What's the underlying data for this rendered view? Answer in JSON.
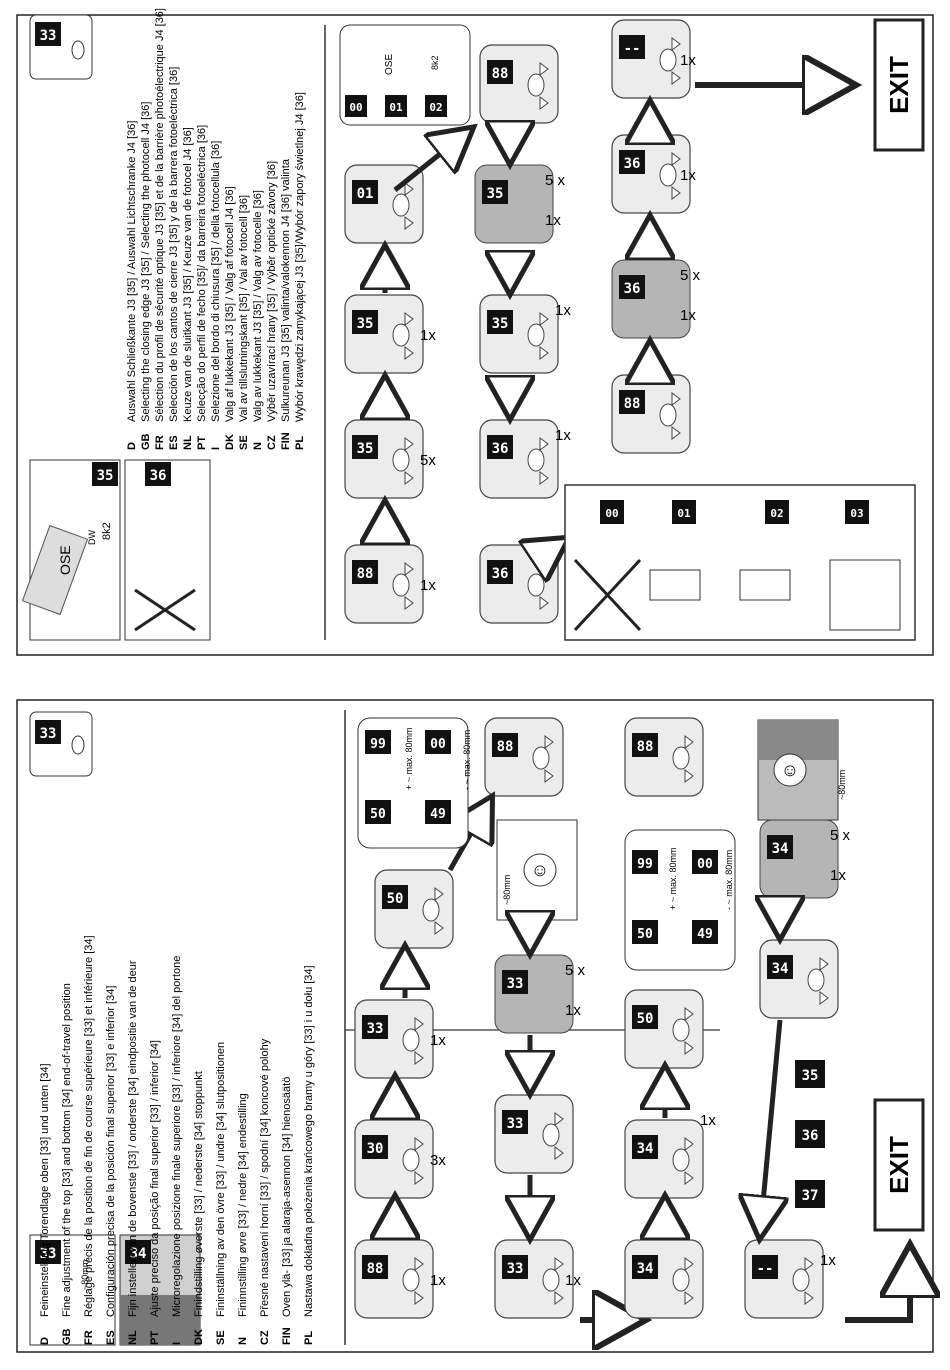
{
  "left_panel": {
    "header_display": "33",
    "legend": [
      {
        "code": "D",
        "text": "Feineinstellung Torendlage oben [33] und unten [34]"
      },
      {
        "code": "GB",
        "text": "Fine adjustment of the top [33] and bottom [34] end-of-travel position"
      },
      {
        "code": "FR",
        "text": "Réglage précis de la position de fin de course supérieure [33] et inférieure [34]"
      },
      {
        "code": "ES",
        "text": "Configuración precisa de la posición final superior [33] e inferior [34]"
      },
      {
        "code": "NL",
        "text": "Fijn instellen van de bovenste [33] / onderste [34] eindpositie van de deur"
      },
      {
        "code": "PT",
        "text": "Ajuste preciso da posição final superior [33] / inferior [34]"
      },
      {
        "code": "I",
        "text": "Microregolazione posizione finale superiore [33] / inferiore [34] del portone"
      },
      {
        "code": "DK",
        "text": "Finindstilling øverste [33] / nederste [34] stoppunkt"
      },
      {
        "code": "SE",
        "text": "Fininställning av den övre [33] / undre [34] slutpositionen"
      },
      {
        "code": "N",
        "text": "Fininnstilling øvre [33] / nedre [34] endestilling"
      },
      {
        "code": "CZ",
        "text": "Přesné nastavení horní [33] / spodní [34] koncové polohy"
      },
      {
        "code": "FIN",
        "text": "Oven ylä- [33] ja alaraja-asennon [34] hienosäätö"
      },
      {
        "code": "PL",
        "text": "Nastawa dokładna położenia krańcowego bramy u góry [33] i u dołu [34]"
      }
    ],
    "gate_displays": [
      "33",
      "34"
    ],
    "dimension_label": "~80mm",
    "row1": {
      "displays": [
        "88",
        "30",
        "33",
        "50",
        "88"
      ],
      "counts": [
        "1x",
        "3x",
        "1x"
      ]
    },
    "row2": {
      "displays": [
        "33",
        "33",
        "33"
      ],
      "counts": [
        "1x",
        "1x",
        "5 x"
      ]
    },
    "range_box_1": {
      "plus": "50",
      "plus_max": "99",
      "minus": "49",
      "minus_min": "00",
      "plus_label": "+ ~ max. 80mm",
      "minus_label": "- ~ max. 80mm"
    },
    "row3": {
      "displays": [
        "34",
        "34",
        "50",
        "88"
      ],
      "counts": [
        "1x"
      ]
    },
    "range_box_2": {
      "plus": "50",
      "plus_max": "99",
      "minus": "49",
      "minus_min": "00",
      "plus_label": "+ ~ max. 80mm",
      "minus_label": "- ~ max. 80mm"
    },
    "row4": {
      "displays": [
        "--",
        "35",
        "36",
        "37",
        "34",
        "34"
      ],
      "counts": [
        "1x",
        "1x",
        "5 x"
      ]
    },
    "exit_label": "EXIT"
  },
  "right_panel": {
    "header_display": "33",
    "legend": [
      {
        "code": "D",
        "text": "Auswahl Schließkante J3 [35] / Auswahl Lichtschranke J4 [36]"
      },
      {
        "code": "GB",
        "text": "Selecting the closing edge J3 [35] / Selecting the photocell J4 [36]"
      },
      {
        "code": "FR",
        "text": "Sélection du profil de sécurité optique J3 [35] et de la barrière photoélectrique J4 [36]"
      },
      {
        "code": "ES",
        "text": "Selección de los cantos de cierre J3 [35] y de la barrera fotoeléctrica [36]"
      },
      {
        "code": "NL",
        "text": "Keuze van de sluitkant J3 [35] / Keuze van de fotocel J4 [36]"
      },
      {
        "code": "PT",
        "text": "Selecção do perfil de fecho [35]/ da barreira fotoeléctrica [36]"
      },
      {
        "code": "I",
        "text": "Selezione del bordo di chiusura [35] / della fotocellula [36]"
      },
      {
        "code": "DK",
        "text": "Valg af lukkekant J3 [35] / Valg af fotocell J4 [36]"
      },
      {
        "code": "SE",
        "text": "Val av tillslutningskant [35] / Val av fotocell [36]"
      },
      {
        "code": "N",
        "text": "Valg av lukkekant J3 [35] / Valg av fotocelle [36]"
      },
      {
        "code": "CZ",
        "text": "Výběr uzavírací hrany [35] / Výběr optické závory [36]"
      },
      {
        "code": "FIN",
        "text": "Sulkureunan J3 [35] valinta/valokennon J4 [36] valinta"
      },
      {
        "code": "PL",
        "text": "Wybór krawędzi zamykającej J3 [35]/Wybór zapory świetlnej J4 [36]"
      }
    ],
    "device_labels": {
      "ose": "OSE",
      "dw": "DW",
      "res": "8k2"
    },
    "side_displays": [
      "35",
      "36"
    ],
    "row1": {
      "displays": [
        "88",
        "35",
        "35",
        "01"
      ],
      "counts": [
        "1x",
        "5x",
        "1x"
      ]
    },
    "row2": {
      "displays": [
        "36",
        "36",
        "35",
        "35"
      ],
      "counts": [
        "1x",
        "1x",
        "1x",
        "5 x"
      ]
    },
    "row3": {
      "displays": [
        "88",
        "36",
        "36",
        "--"
      ],
      "counts": [
        "1x",
        "1x",
        "5 x"
      ]
    },
    "option_codes": [
      "00",
      "01",
      "02",
      "03"
    ],
    "exit_label": "EXIT"
  }
}
